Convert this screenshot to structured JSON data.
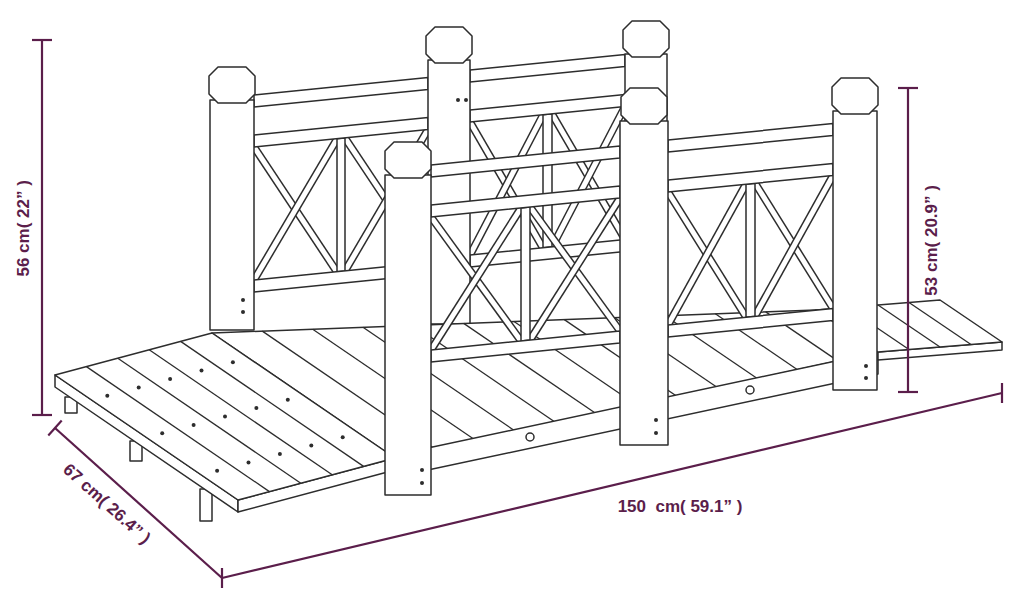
{
  "diagram": {
    "labels": [
      "56 cm( 22” )",
      "53 cm( 20.9” )",
      "67 cm( 26.4” )",
      "150  cm( 59.1” )"
    ]
  }
}
